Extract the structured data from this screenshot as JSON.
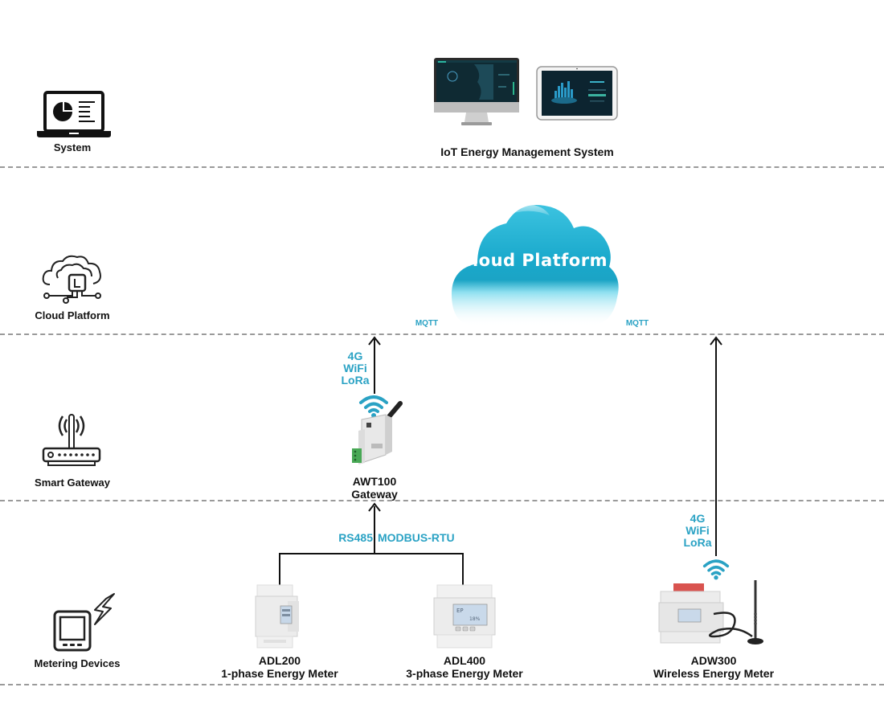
{
  "layers": [
    {
      "id": "system",
      "label": "System",
      "icon": "laptop-chart-icon"
    },
    {
      "id": "cloud",
      "label": "Cloud Platform",
      "icon": "cloud-chip-icon"
    },
    {
      "id": "gateway",
      "label": "Smart Gateway",
      "icon": "router-icon"
    },
    {
      "id": "metering",
      "label": "Metering Devices",
      "icon": "meter-lightning-icon"
    }
  ],
  "system": {
    "title": "IoT Energy Management System",
    "devices": [
      "desktop-monitor",
      "tablet"
    ]
  },
  "cloud": {
    "label": "Cloud Platform"
  },
  "protocols": {
    "mqtt_left": "MQTT",
    "mqtt_right": "MQTT",
    "gateway_wireless": [
      "4G",
      "WiFi",
      "LoRa"
    ],
    "meter_wireless": [
      "4G",
      "WiFi",
      "LoRa"
    ],
    "rs485": "RS485",
    "modbus": "MODBUS-RTU"
  },
  "gateway": {
    "model": "AWT100",
    "type": "Gateway"
  },
  "meters": [
    {
      "model": "ADL200",
      "type": "1-phase Energy Meter"
    },
    {
      "model": "ADL400",
      "type": "3-phase Energy Meter"
    },
    {
      "model": "ADW300",
      "type": "Wireless Energy Meter"
    }
  ],
  "colors": {
    "protocol_text": "#2aa2c4",
    "cloud": "#1aa9cc",
    "divider": "#9a9a9a"
  }
}
